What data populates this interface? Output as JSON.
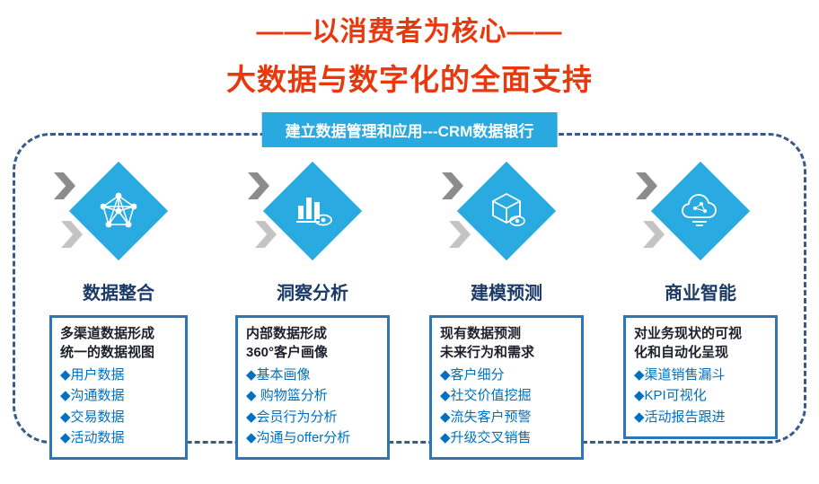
{
  "title": {
    "line1": "——以消费者为核心——",
    "line2": "大数据与数字化的全面支持"
  },
  "banner": {
    "label": "建立数据管理和应用---CRM数据银行"
  },
  "columns": [
    {
      "icon": "network-graph-icon",
      "heading": "数据整合",
      "box_title": "多渠道数据形成\n统一的数据视图",
      "items": [
        "◆用户数据",
        "◆沟通数据",
        "◆交易数据",
        "◆活动数据"
      ]
    },
    {
      "icon": "bar-chart-eye-icon",
      "heading": "洞察分析",
      "box_title": "内部数据形成\n360°客户画像",
      "items": [
        "◆基本画像",
        "◆ 购物篮分析",
        "◆会员行为分析",
        "◆沟通与offer分析"
      ]
    },
    {
      "icon": "cube-eye-icon",
      "heading": "建模预测",
      "box_title": "现有数据预测\n未来行为和需求",
      "items": [
        "◆客户细分",
        "◆社交价值挖掘",
        "◆流失客户预警",
        "◆升级交叉销售"
      ]
    },
    {
      "icon": "cloud-network-icon",
      "heading": "商业智能",
      "box_title": "对业务现状的可视\n化和自动化呈现",
      "items": [
        "◆渠道销售漏斗",
        "◆KPI可视化",
        "◆活动报告跟进"
      ]
    }
  ],
  "colors": {
    "title_red": "#E8380D",
    "banner_blue": "#29A9E0",
    "diamond_blue": "#29ABE2",
    "heading_navy": "#1B3A66",
    "box_border_blue": "#2E75B6",
    "item_blue": "#0070C0",
    "dashed_frame_blue": "#3A5A8C",
    "chevron_gray_dark": "#8C8C8C",
    "chevron_gray_light": "#C4C4C4"
  }
}
